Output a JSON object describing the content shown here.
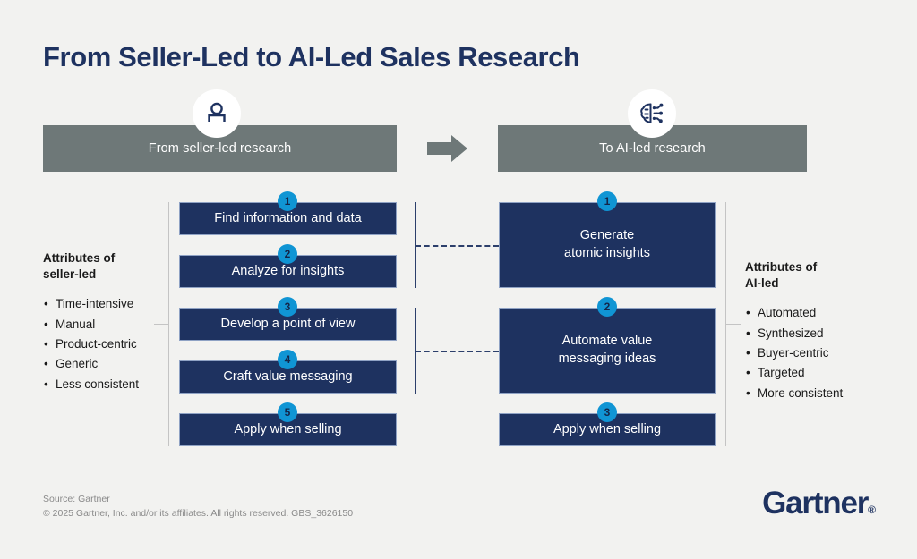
{
  "title": "From Seller-Led to AI-Led Sales Research",
  "headers": {
    "left": {
      "label": "From seller-led research",
      "icon": "person-icon"
    },
    "right": {
      "label": "To AI-led research",
      "icon": "ai-brain-icon"
    },
    "arrow_icon": "right-arrow-icon"
  },
  "left_column": {
    "steps": [
      {
        "number": "1",
        "label": "Find information and data"
      },
      {
        "number": "2",
        "label": "Analyze for insights"
      },
      {
        "number": "3",
        "label": "Develop a point of view"
      },
      {
        "number": "4",
        "label": "Craft value messaging"
      },
      {
        "number": "5",
        "label": "Apply when selling"
      }
    ]
  },
  "right_column": {
    "steps": [
      {
        "number": "1",
        "label": "Generate\natomic insights"
      },
      {
        "number": "2",
        "label": "Automate value\nmessaging ideas"
      },
      {
        "number": "3",
        "label": "Apply when selling"
      }
    ]
  },
  "attributes_left": {
    "title": "Attributes of\nseller-led",
    "items": [
      "Time-intensive",
      "Manual",
      "Product-centric",
      "Generic",
      "Less consistent"
    ]
  },
  "attributes_right": {
    "title": "Attributes of\nAI-led",
    "items": [
      "Automated",
      "Synthesized",
      "Buyer-centric",
      "Targeted",
      "More consistent"
    ]
  },
  "footer": {
    "source": "Source: Gartner",
    "copyright": "© 2025 Gartner, Inc. and/or its affiliates. All rights reserved. GBS_3626150",
    "logo_text": "Gartner",
    "logo_mark": "®"
  },
  "colors": {
    "background": "#f2f2f0",
    "navy": "#1e3260",
    "gray_bar": "#6e7878",
    "badge_blue": "#1095d4",
    "rail_gray": "#c4c4c4"
  }
}
